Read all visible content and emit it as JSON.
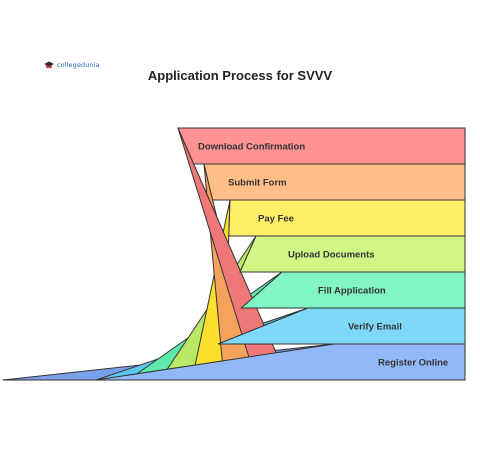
{
  "brand": {
    "name": "collegedunia"
  },
  "title": "Application Process for SVVV",
  "steps": [
    {
      "label": "Download Confirmation",
      "color": "#ff9292",
      "side": "#f07777"
    },
    {
      "label": "Submit Form",
      "color": "#ffbf86",
      "side": "#f5a35c"
    },
    {
      "label": "Pay Fee",
      "color": "#ffee66",
      "side": "#fbe02e"
    },
    {
      "label": "Upload Documents",
      "color": "#d2f585",
      "side": "#b8e864"
    },
    {
      "label": "Fill Application",
      "color": "#82f5c4",
      "side": "#5ee8a9"
    },
    {
      "label": "Verify Email",
      "color": "#7ed8f7",
      "side": "#5cc8f0"
    },
    {
      "label": "Register Online",
      "color": "#93b8f7",
      "side": "#7ba1ea"
    }
  ]
}
